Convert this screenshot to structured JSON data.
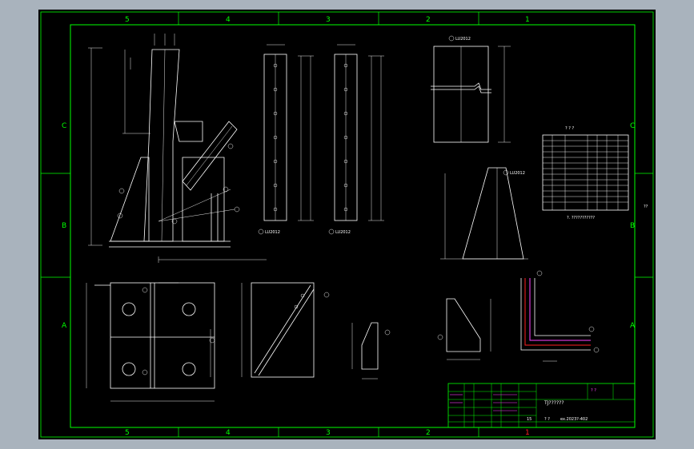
{
  "drawing": {
    "colors": {
      "background": "#000000",
      "border": "#00ff00",
      "lines": "#ffffff",
      "accent_red": "#ff2020",
      "accent_magenta": "#ff40ff",
      "outer_bg": "#a9b3bd"
    },
    "zone_numbers_top": [
      "5",
      "4",
      "3",
      "2",
      "1"
    ],
    "zone_numbers_bottom": [
      "5",
      "4",
      "3",
      "2",
      "1"
    ],
    "zone_letters_left": [
      "C",
      "B",
      "A"
    ],
    "zone_letters_right": [
      "C",
      "B",
      "A"
    ],
    "side_note": "??",
    "table_title": "? ? ?",
    "table_note": "?. ???????????",
    "title_block": {
      "name": "TJ??????",
      "drawing_no": "ex.2023?-402",
      "scale": "? ?",
      "sheet": "15",
      "mark_top": "? ?"
    },
    "labels": {
      "mark_lu1": "LU2012",
      "mark_lu2": "LU2012",
      "mark_top_right": "LU2012",
      "mark_taper": "LU2012"
    }
  }
}
